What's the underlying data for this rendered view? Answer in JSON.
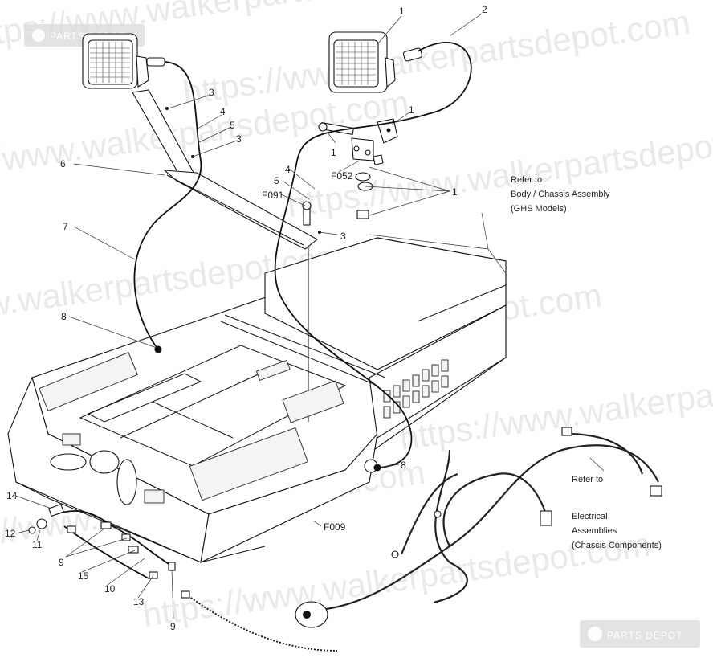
{
  "watermark": {
    "url_text": "https://www.walkerpartsdepot.com",
    "badge_text": "PARTS DEPOT"
  },
  "callouts": {
    "c1a": "1",
    "c2": "2",
    "c3a": "3",
    "c4a": "4",
    "c5a": "5",
    "c3b": "3",
    "c1b": "1",
    "c1c": "1",
    "cF052": "F052",
    "c1d": "1",
    "c6": "6",
    "c4b": "4",
    "c5b": "5",
    "cF091": "F091",
    "c3c": "3",
    "c7": "7",
    "c8a": "8",
    "c8b": "8",
    "cF009": "F009",
    "c14": "14",
    "c12": "12",
    "c11": "11",
    "c9a": "9",
    "c15": "15",
    "c10": "10",
    "c13": "13",
    "c9b": "9"
  },
  "notes": {
    "body_ref": [
      "Refer to",
      "Body / Chassis Assembly",
      "(GHS Models)"
    ],
    "elec_ref": [
      "Refer to",
      "Electrical",
      "Assemblies",
      "(Chassis Components)"
    ]
  },
  "colors": {
    "line": "#111111",
    "watermark": "#e9e9e9",
    "badge": "#d9d9d9"
  }
}
